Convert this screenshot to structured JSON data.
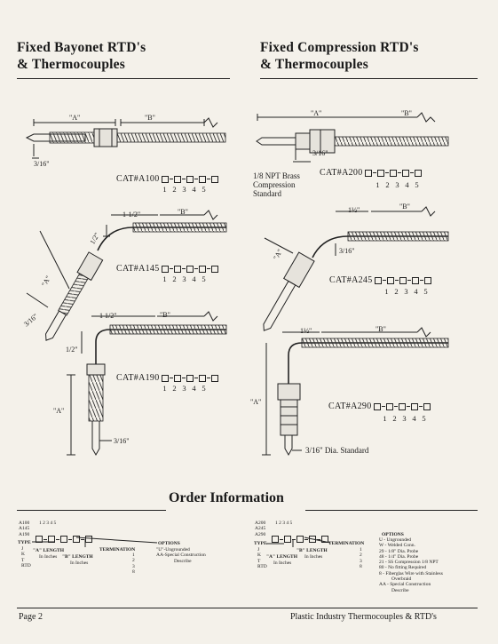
{
  "left_title": [
    "Fixed Bayonet RTD's",
    "& Thermocouples"
  ],
  "right_title": [
    "Fixed Compression RTD's",
    "& Thermocouples"
  ],
  "box_numbers": [
    "1",
    "2",
    "3",
    "4",
    "5"
  ],
  "diagrams": {
    "a100": {
      "catalog": "CAT#A100",
      "dim_a": "\"A\"",
      "dim_b": "\"B\"",
      "dia": "3/16\""
    },
    "a145": {
      "catalog": "CAT#A145",
      "dim_len": "1-1/2\"",
      "dim_b": "\"B\"",
      "dim_half": "1/2\"",
      "dim_a": "\"A\"",
      "dia": "3/16\""
    },
    "a190": {
      "catalog": "CAT#A190",
      "dim_len": "1 1/2\"",
      "dim_b": "\"B\"",
      "dim_half": "1/2\"",
      "dim_a": "\"A\"",
      "dia": "3/16\""
    },
    "a200": {
      "catalog": "CAT#A200",
      "dim_a": "\"A\"",
      "dim_b": "\"B\"",
      "dia": "3/16\"",
      "fitting_note": [
        "1/8 NPT Brass",
        "Compression",
        "Standard"
      ]
    },
    "a245": {
      "catalog": "CAT#A245",
      "dim_len": "1½\"",
      "dim_b": "\"B\"",
      "dim_a": "\"A\"",
      "dia": "3/16\""
    },
    "a290": {
      "catalog": "CAT#A290",
      "dim_len": "1½\"",
      "dim_b": "\"B\"",
      "dim_a": "\"A\"",
      "dia_note": "3/16\" Dia. Standard"
    }
  },
  "order_title": "Order Information",
  "order_left": {
    "models": [
      "A100",
      "A145",
      "A190"
    ],
    "nums": "1 2 3 4 5",
    "type": "TYPE",
    "type_opts": [
      "J",
      "K",
      "T",
      "RTD"
    ],
    "a_length": "\"A\" LENGTH",
    "a_length_sub": "In Inches",
    "b_length": "\"B\" LENGTH",
    "b_length_sub": "In Inches",
    "termination": "TERMINATION",
    "term_opts": [
      "1",
      "2",
      "3",
      "8"
    ],
    "options": "OPTIONS",
    "option_lines": [
      "\"U\"-Ungrounded",
      "AA-Special Construction",
      "Describe"
    ]
  },
  "order_right": {
    "models": [
      "A200",
      "A245",
      "A290"
    ],
    "nums": "1 2 3 4 5",
    "type": "TYPE",
    "type_opts": [
      "J",
      "K",
      "T",
      "RTD"
    ],
    "a_length": "\"A\" LENGTH",
    "a_length_sub": "In Inches",
    "b_length": "\"B\" LENGTH",
    "b_length_sub": "In Inches",
    "termination": "TERMINATION",
    "term_opts": [
      "1",
      "2",
      "3",
      "8"
    ],
    "options": "OPTIONS",
    "option_lines": [
      "U - Ungrounded",
      "W - Welded Conn.",
      "29 - 1/8\" Dia. Probe",
      "48 - 1/4\" Dia. Probe",
      "21 - SS Compression 1/8 NPT",
      "80 - No fitting Required",
      "8 - Fiberglas Wire with Stainless",
      "Overbraid",
      "AA - Special Construction",
      "Describe"
    ]
  },
  "footer": {
    "page": "Page 2",
    "right": "Plastic Industry Thermocouples & RTD's"
  },
  "colors": {
    "paper": "#f4f1ea",
    "ink": "#1a1a1a"
  }
}
